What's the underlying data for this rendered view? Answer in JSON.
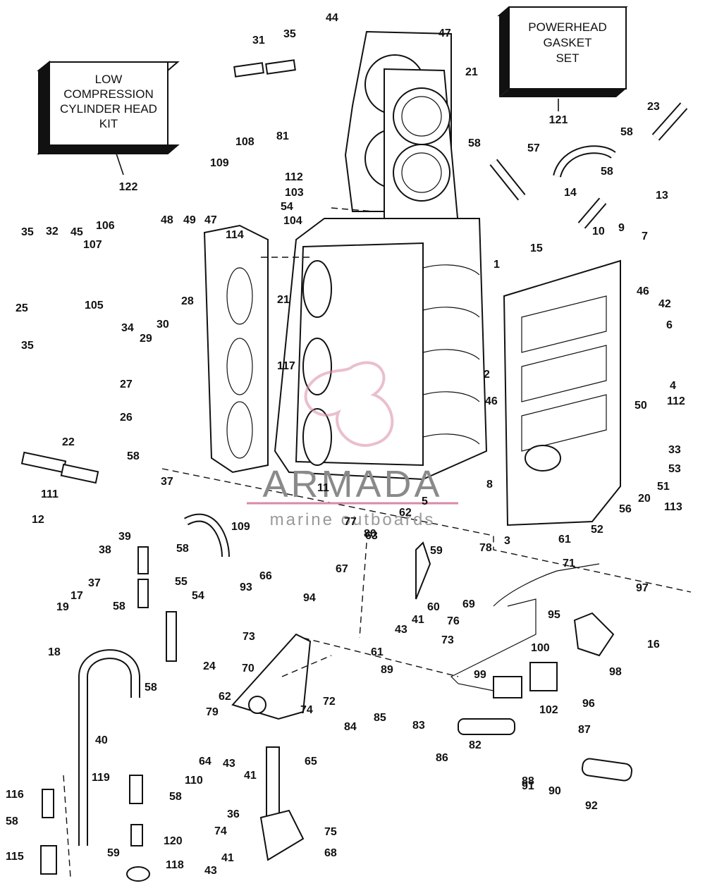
{
  "diagram": {
    "box_low_compression": [
      "LOW",
      "COMPRESSION",
      "CYLINDER HEAD",
      "KIT"
    ],
    "box_low_compression_ref": "122",
    "box_gasket": [
      "POWERHEAD",
      "GASKET",
      "SET"
    ],
    "box_gasket_ref": "121",
    "watermark": "ARMADA",
    "watermark_sub": "marine outboards",
    "callouts": [
      "1",
      "2",
      "3",
      "4",
      "5",
      "6",
      "7",
      "8",
      "9",
      "10",
      "11",
      "12",
      "13",
      "14",
      "15",
      "16",
      "17",
      "18",
      "19",
      "20",
      "21",
      "21",
      "22",
      "23",
      "24",
      "25",
      "26",
      "27",
      "28",
      "29",
      "30",
      "31",
      "32",
      "33",
      "34",
      "35",
      "35",
      "35",
      "36",
      "37",
      "37",
      "38",
      "39",
      "40",
      "41",
      "41",
      "41",
      "42",
      "43",
      "43",
      "43",
      "44",
      "45",
      "46",
      "46",
      "47",
      "47",
      "48",
      "49",
      "50",
      "51",
      "52",
      "53",
      "54",
      "54",
      "55",
      "56",
      "57",
      "58",
      "58",
      "58",
      "58",
      "58",
      "58",
      "58",
      "58",
      "58",
      "59",
      "59",
      "60",
      "61",
      "61",
      "62",
      "62",
      "63",
      "64",
      "65",
      "66",
      "67",
      "68",
      "69",
      "70",
      "71",
      "72",
      "73",
      "73",
      "74",
      "74",
      "75",
      "76",
      "77",
      "78",
      "79",
      "80",
      "81",
      "82",
      "83",
      "84",
      "85",
      "86",
      "87",
      "88",
      "89",
      "90",
      "91",
      "92",
      "93",
      "94",
      "95",
      "96",
      "97",
      "98",
      "99",
      "100",
      "102",
      "103",
      "104",
      "105",
      "106",
      "107",
      "108",
      "109",
      "109",
      "110",
      "111",
      "112",
      "112",
      "113",
      "114",
      "115",
      "116",
      "117",
      "118",
      "119",
      "120"
    ]
  }
}
